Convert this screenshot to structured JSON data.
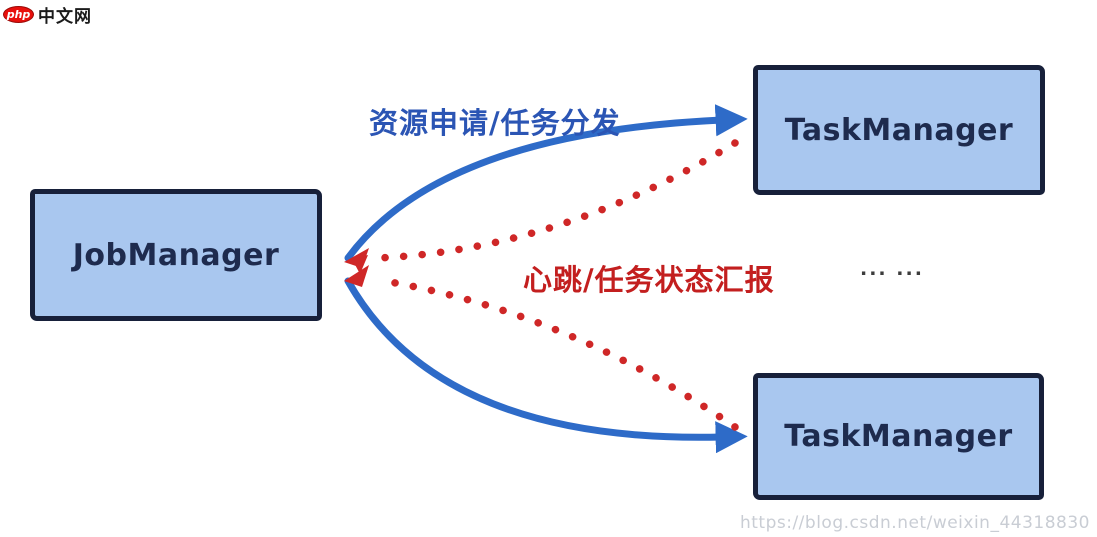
{
  "logo": {
    "badge": "php",
    "text": "中文网"
  },
  "diagram": {
    "job_manager_label": "JobManager",
    "task_manager_top_label": "TaskManager",
    "task_manager_bottom_label": "TaskManager",
    "more_nodes_ellipsis": "... ...",
    "request_edge_label": "资源申请/任务分发",
    "heartbeat_edge_label": "心跳/任务状态汇报"
  },
  "watermark": "https://blog.csdn.net/weixin_44318830",
  "colors": {
    "node_fill": "#a9c7ef",
    "node_border": "#17203a",
    "node_text": "#1e2b4e",
    "request_blue": "#2e6bc8",
    "request_text_blue": "#2b55b4",
    "heartbeat_red": "#cf2727",
    "heartbeat_text_red": "#c31f1f",
    "logo_red": "#e8100c",
    "watermark_gray": "#c9cdd4"
  }
}
